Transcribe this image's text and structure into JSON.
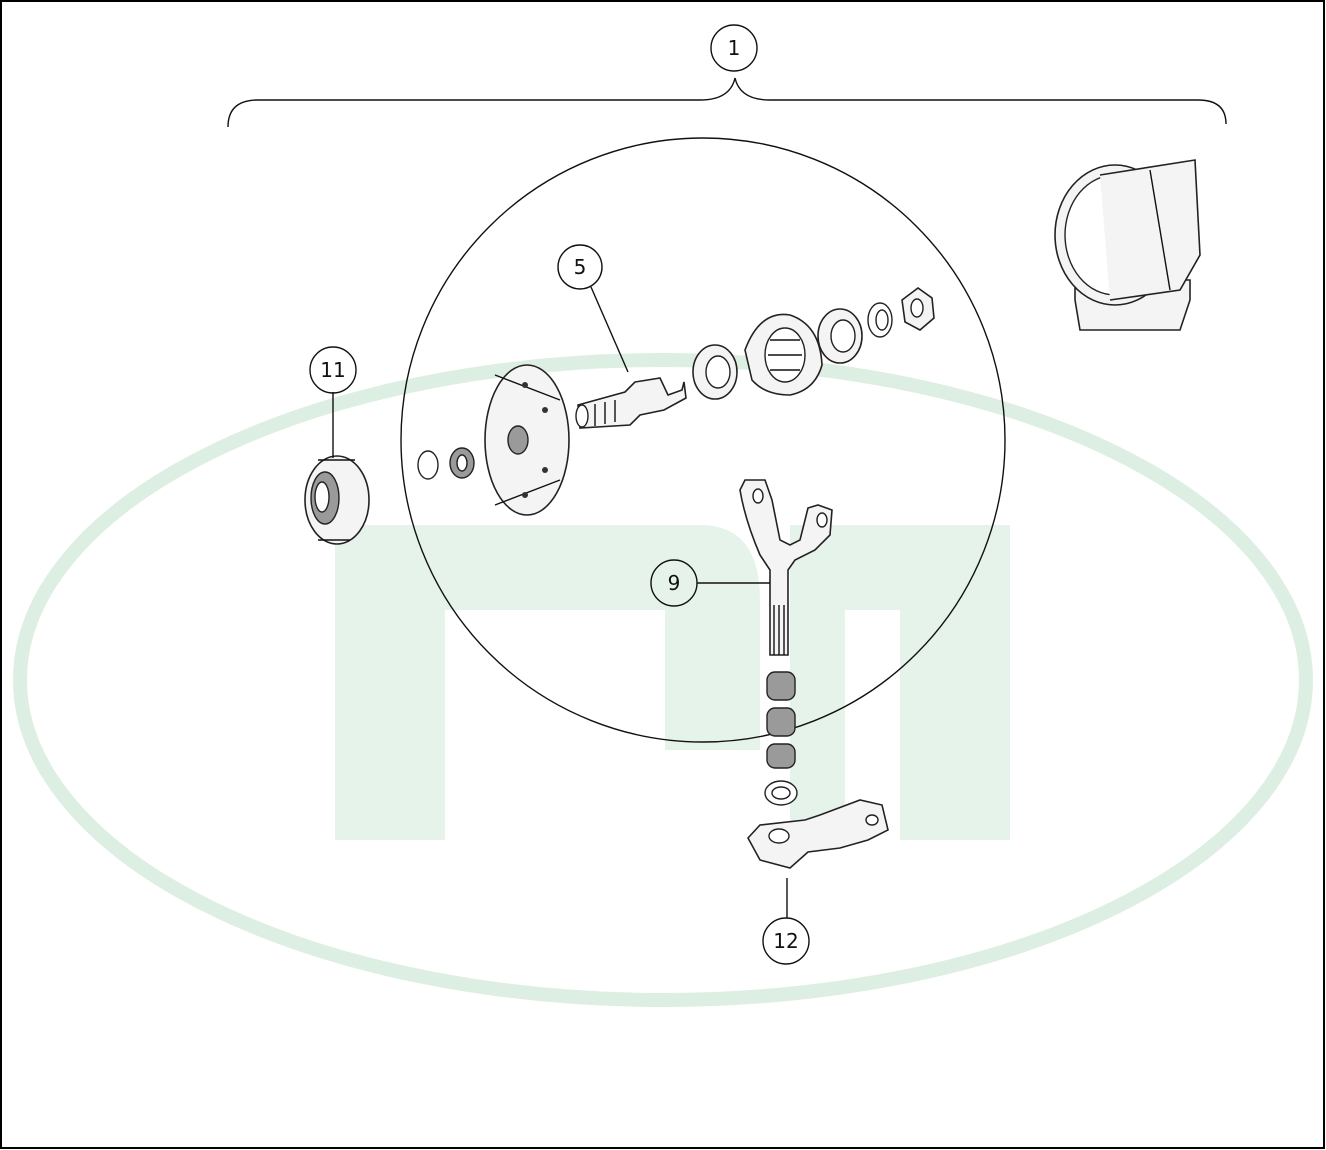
{
  "watermark": {
    "text": "RM",
    "color": "#d9ecdf"
  },
  "callouts": [
    {
      "id": "assembly",
      "label": "1"
    },
    {
      "id": "pinion-shaft",
      "label": "5"
    },
    {
      "id": "yoke-shaft",
      "label": "9"
    },
    {
      "id": "flange",
      "label": "11"
    },
    {
      "id": "pitman-arm",
      "label": "12"
    }
  ],
  "colors": {
    "line": "#111111",
    "border": "#000000",
    "watermark": "#d9ecdf"
  }
}
